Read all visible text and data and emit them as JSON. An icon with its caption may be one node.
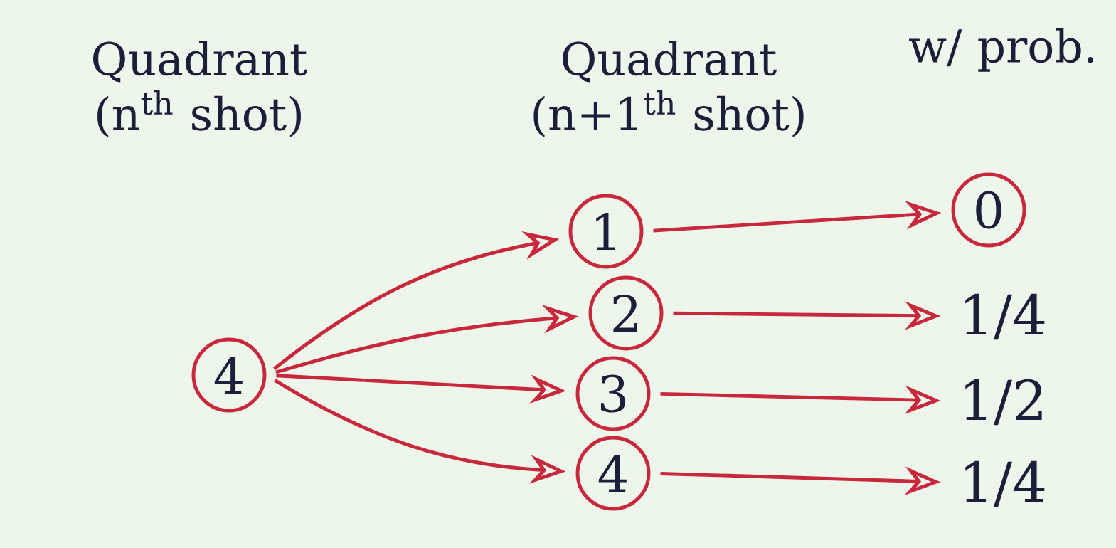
{
  "diagram": {
    "nodes": [
      {
        "text": [
          "4"
        ]
      },
      {
        "text": [
          "1"
        ]
      },
      {
        "text": [
          "2"
        ]
      },
      {
        "text": [
          "3"
        ]
      },
      {
        "text": [
          "4"
        ]
      },
      {
        "text": [
          "0"
        ]
      },
      {
        "text": [
          "1/4"
        ]
      },
      {
        "text": [
          "1/2"
        ]
      },
      {
        "text": [
          "1/4"
        ]
      }
    ],
    "edges": [
      {
        "from": 0,
        "to": 1,
        "arrow": "to"
      },
      {
        "from": 0,
        "to": 2,
        "arrow": "to"
      },
      {
        "from": 0,
        "to": 3,
        "arrow": "to"
      },
      {
        "from": 0,
        "to": 4,
        "arrow": "to"
      },
      {
        "from": 1,
        "to": 5,
        "arrow": "to"
      },
      {
        "from": 2,
        "to": 6,
        "arrow": "to"
      },
      {
        "from": 3,
        "to": 7,
        "arrow": "to"
      },
      {
        "from": 4,
        "to": 8,
        "arrow": "to"
      }
    ],
    "labels": [
      "Quadrant (n$^{th}$ shot)",
      "Quadrant (n+1$^{th}$ shot)",
      "w/ prob."
    ]
  }
}
